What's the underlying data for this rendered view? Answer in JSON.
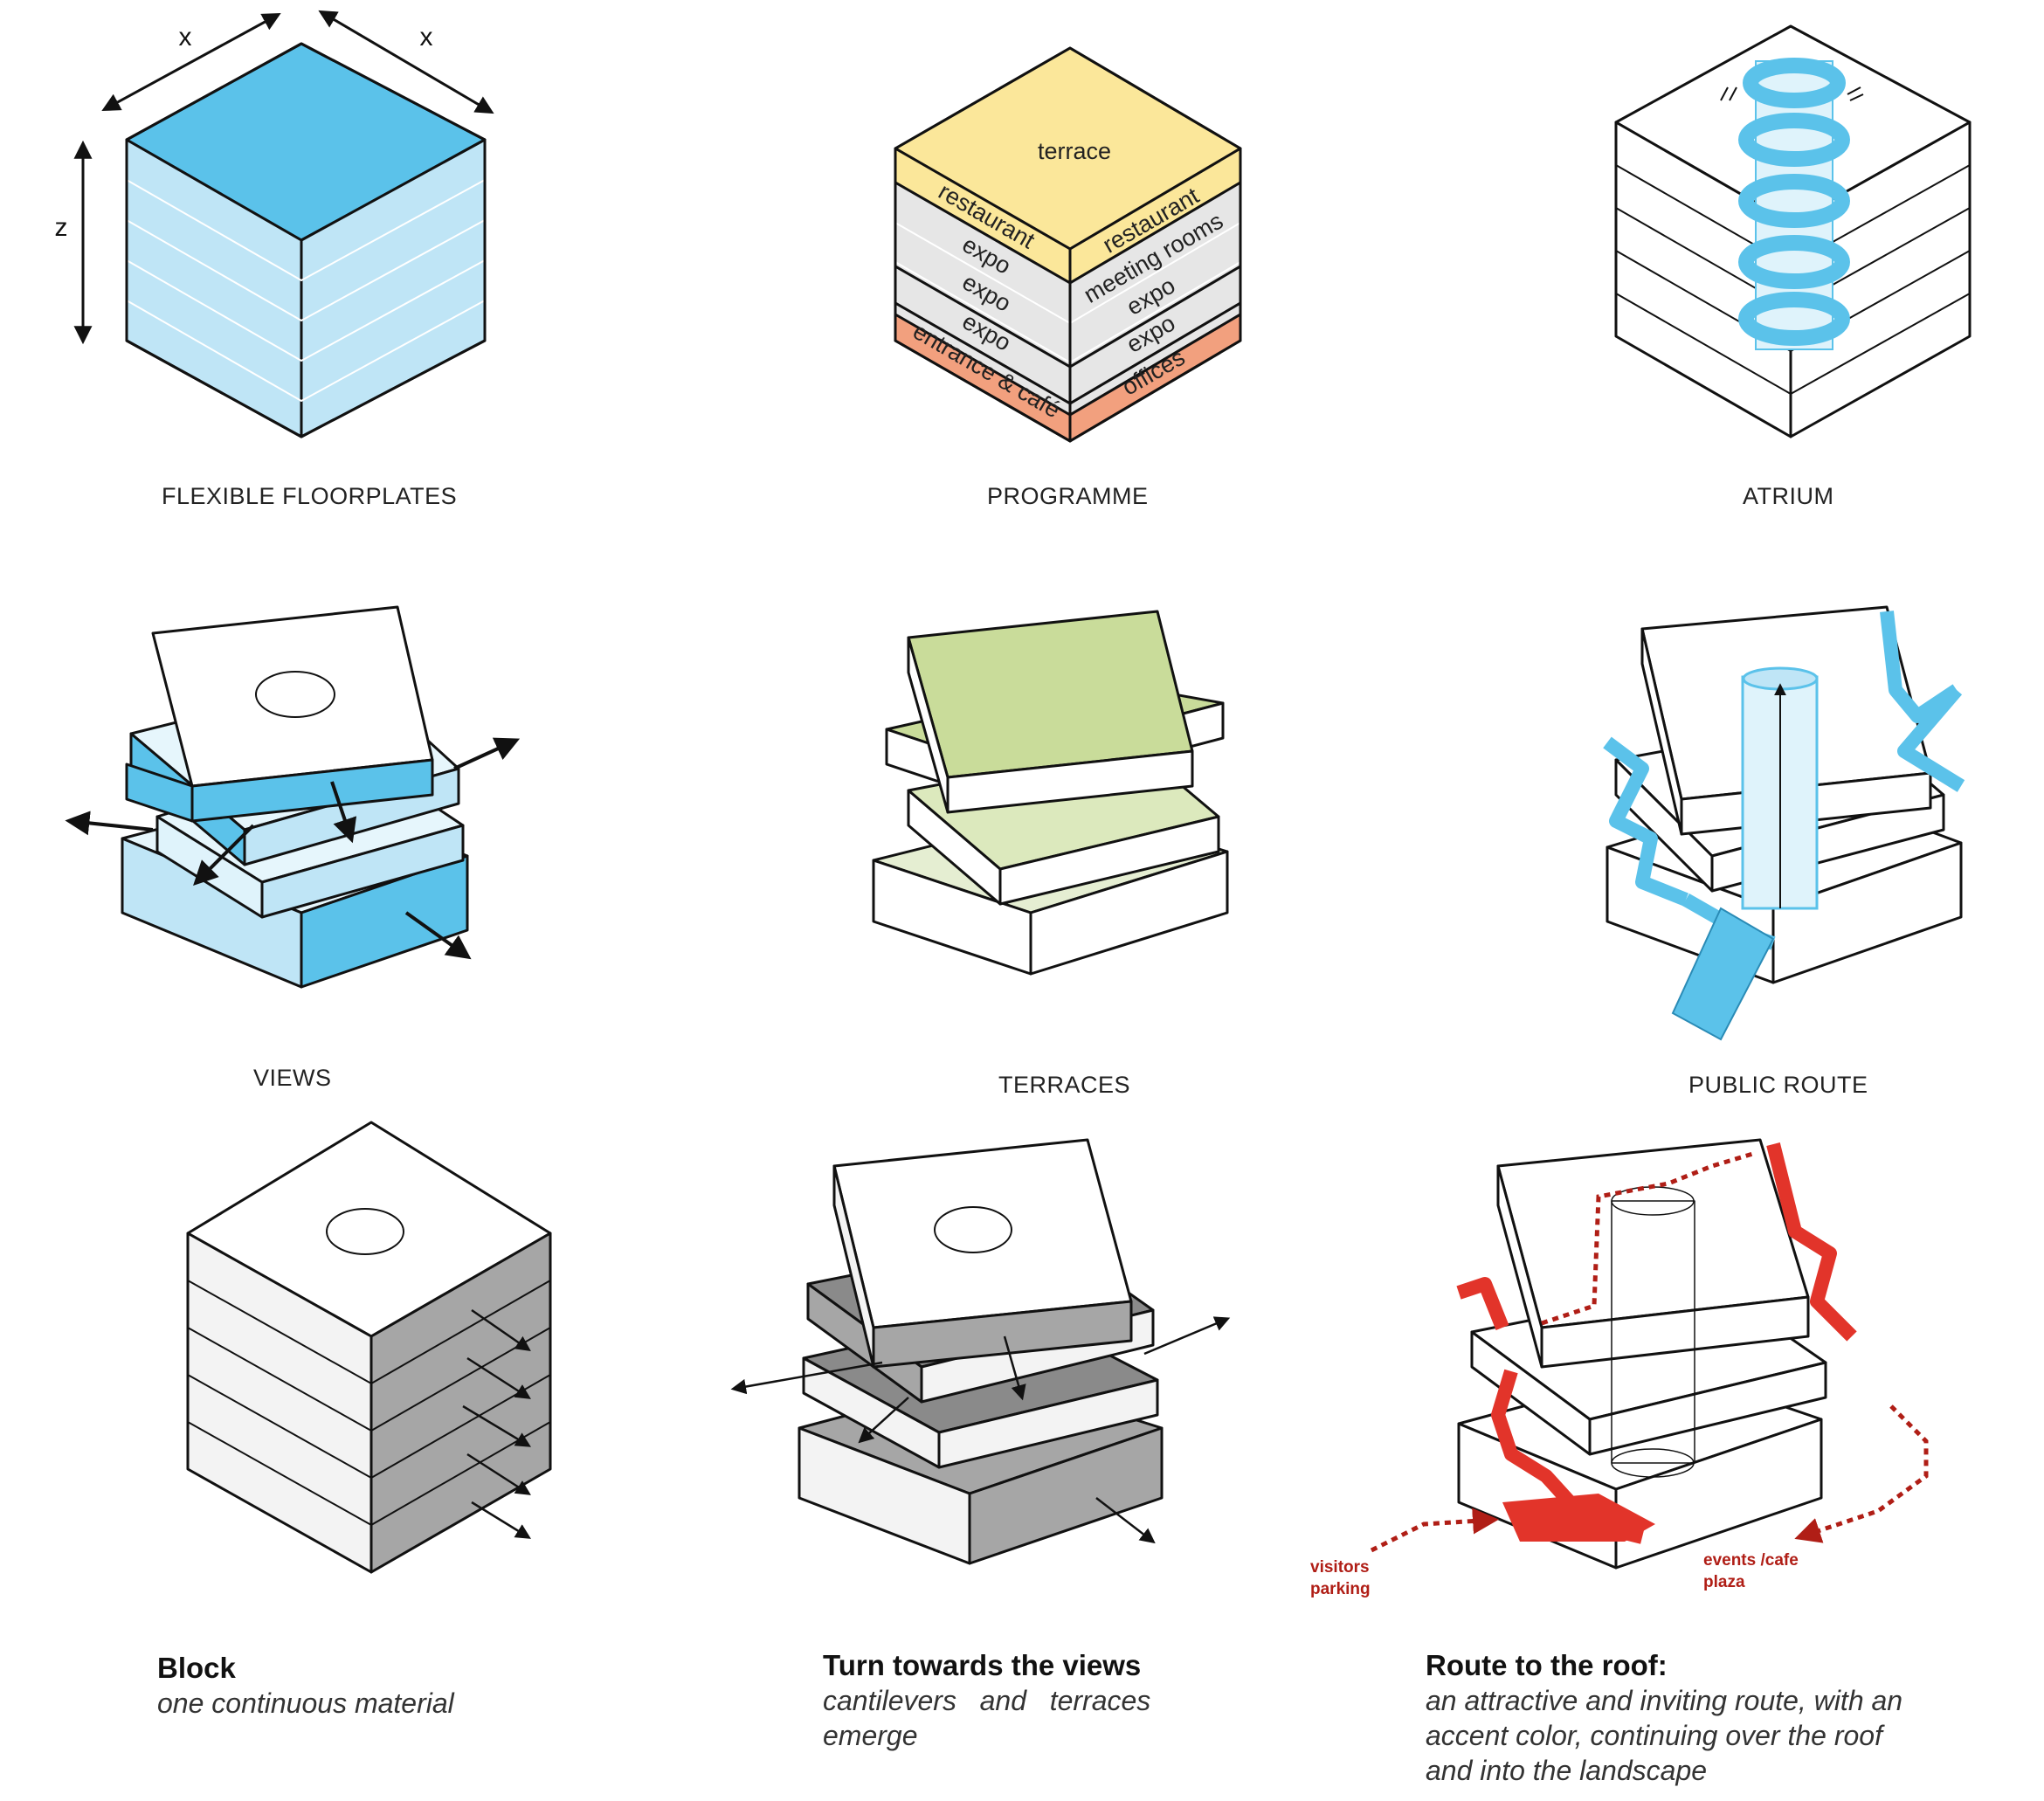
{
  "axes": {
    "x1": "x",
    "x2": "x",
    "z": "z"
  },
  "programme": {
    "top": "terrace",
    "left": [
      "restaurant",
      "expo",
      "expo",
      "expo",
      "entrance & café"
    ],
    "right": [
      "restaurant",
      "meeting rooms",
      "expo",
      "expo",
      "offices"
    ]
  },
  "captions": {
    "flexible": "FLEXIBLE FLOORPLATES",
    "programme": "PROGRAMME",
    "atrium": "ATRIUM",
    "views": "VIEWS",
    "terraces": "TERRACES",
    "public_route": "PUBLIC ROUTE"
  },
  "route_labels": {
    "visitors_1": "visitors",
    "visitors_2": "parking",
    "events_1": "events /cafe",
    "events_2": "plaza"
  },
  "blocks": {
    "block": {
      "title": "Block",
      "lines": [
        "one continuous material"
      ]
    },
    "turn": {
      "title": "Turn towards the views",
      "lines": [
        "cantilevers   and   terraces",
        "emerge"
      ]
    },
    "route": {
      "title": "Route to the roof:",
      "lines": [
        "an attractive and inviting route, with an",
        "accent color, continuing over the roof",
        "and into the landscape"
      ]
    }
  },
  "colors": {
    "blue": "#5bc2ea",
    "blue_light": "#bfe5f6",
    "yellow": "#fbe79a",
    "grey_floor": "#e6e6e6",
    "orange": "#f2a07e",
    "green": "#c9dc9a",
    "grey_dark": "#9a9a9a",
    "red": "#e2342a",
    "red_text": "#b01e16"
  }
}
